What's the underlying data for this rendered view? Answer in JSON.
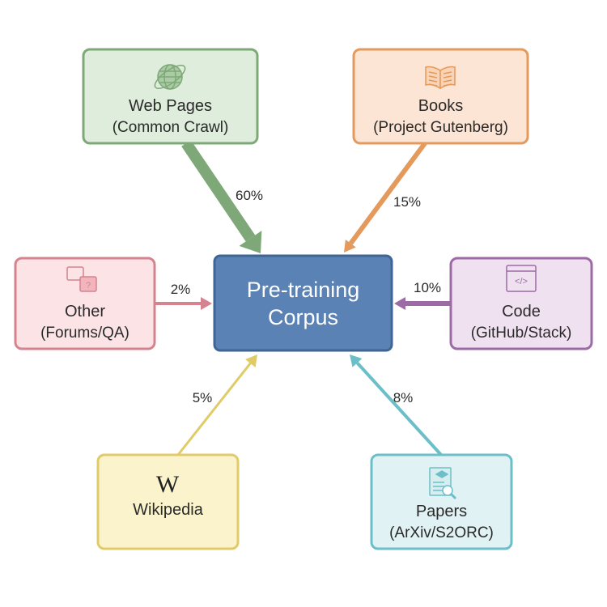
{
  "center": {
    "line1": "Pre-training",
    "line2": "Corpus"
  },
  "sources": [
    {
      "id": "web",
      "title": "Web Pages",
      "subtitle": "(Common Crawl)",
      "percent": "60%",
      "icon": "globe-icon",
      "fill": "#dfeddc",
      "stroke": "#7fa878",
      "share": 60
    },
    {
      "id": "books",
      "title": "Books",
      "subtitle": "(Project Gutenberg)",
      "percent": "15%",
      "icon": "book-icon",
      "fill": "#fce5d4",
      "stroke": "#e39a5c",
      "share": 15
    },
    {
      "id": "other",
      "title": "Other",
      "subtitle": "(Forums/QA)",
      "percent": "2%",
      "icon": "chat-bubbles-icon",
      "fill": "#fbe3e6",
      "stroke": "#d4838f",
      "share": 2
    },
    {
      "id": "code",
      "title": "Code",
      "subtitle": "(GitHub/Stack)",
      "percent": "10%",
      "icon": "code-window-icon",
      "fill": "#f0e1f1",
      "stroke": "#9c6aa5",
      "share": 10
    },
    {
      "id": "wiki",
      "title": "Wikipedia",
      "subtitle": "",
      "percent": "5%",
      "icon": "wikipedia-icon",
      "icon_text": "W",
      "fill": "#fbf3cc",
      "stroke": "#e0cb68",
      "share": 5
    },
    {
      "id": "papers",
      "title": "Papers",
      "subtitle": "(ArXiv/S2ORC)",
      "percent": "8%",
      "icon": "paper-search-icon",
      "fill": "#e0f2f3",
      "stroke": "#6cbfc8",
      "share": 8
    }
  ],
  "colors": {
    "center_fill": "#5b82b5",
    "center_stroke": "#3f6596",
    "center_text": "#ffffff"
  }
}
